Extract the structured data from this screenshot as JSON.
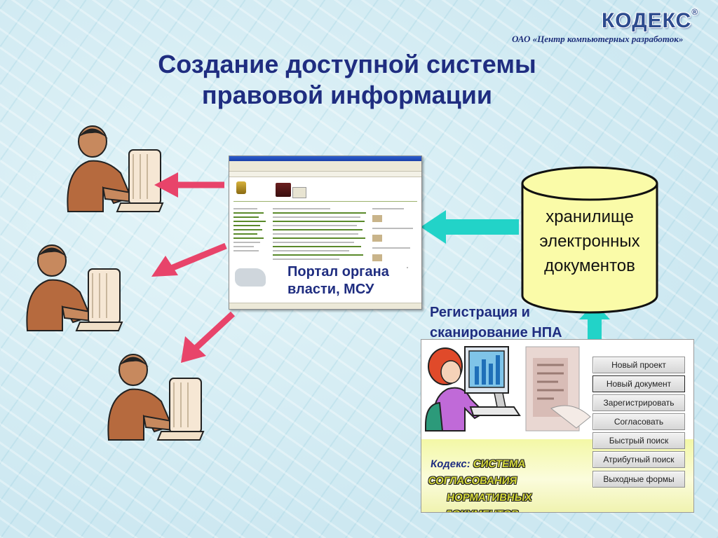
{
  "logo": {
    "name": "КОДЕКС",
    "mark": "®"
  },
  "company": "ОАО «Центр компьютерных разработок»",
  "title": {
    "line1": "Создание доступной системы",
    "line2": "правовой информации"
  },
  "portal_caption": {
    "line1": "Портал органа",
    "line2": "власти, МСУ"
  },
  "storage": {
    "line1": "хранилище",
    "line2": "электронных",
    "line3": "документов"
  },
  "registration": {
    "line1": "Регистрация и",
    "line2": "сканирование НПА"
  },
  "system": {
    "title_prefix": "Кодекс:",
    "title_line1": "СИСТЕМА СОГЛАСОВАНИЯ",
    "title_line2": "НОРМАТИВНЫХ ДОКУМЕНТОВ",
    "buttons": [
      "Новый проект",
      "Новый документ",
      "Зарегистрировать",
      "Согласовать",
      "Быстрый поиск",
      "Атрибутный поиск",
      "Выходные формы"
    ],
    "active_button": 1
  },
  "colors": {
    "title": "#1f2d80",
    "arrow_red": "#e8446a",
    "arrow_cyan": "#22d3c8",
    "cylinder": "#fafba8"
  },
  "icons": [
    "person-at-computer-icon",
    "woman-at-computer-icon",
    "documents-icon"
  ]
}
